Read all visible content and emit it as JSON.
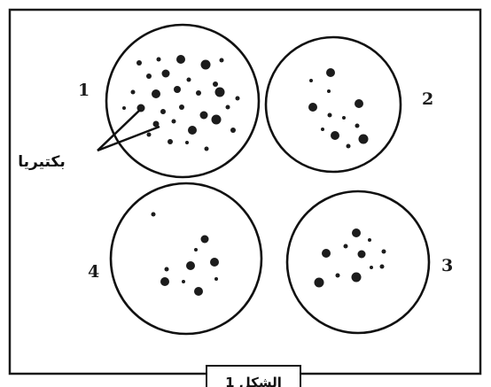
{
  "figure": {
    "caption": "الشكل 1",
    "pointer_label": "بكتيريا",
    "dishes": [
      {
        "number": "1",
        "colony_count": 30
      },
      {
        "number": "2",
        "colony_count": 12
      },
      {
        "number": "3",
        "colony_count": 11
      },
      {
        "number": "4",
        "colony_count": 10
      }
    ]
  }
}
